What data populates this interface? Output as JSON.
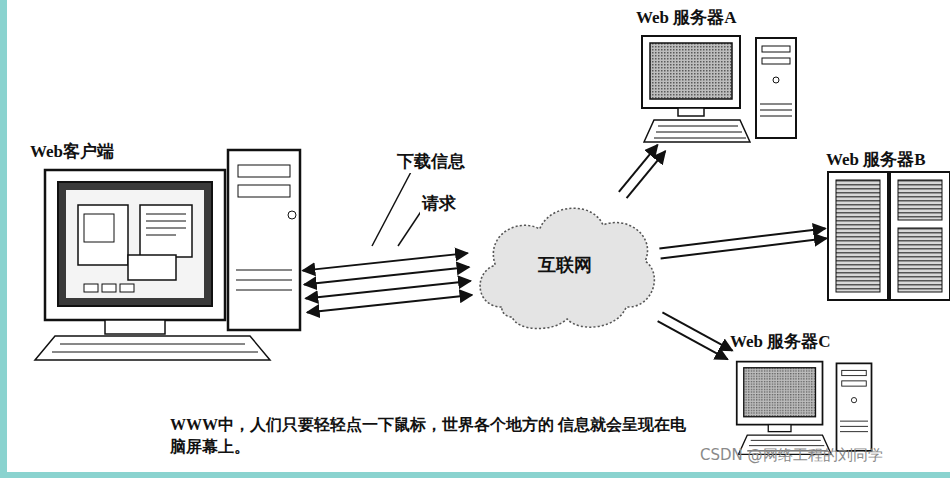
{
  "diagram": {
    "caption": "WWW中，人们只要轻轻点一下鼠标，世界各个地方的 信息就会呈现在电脑屏幕上。",
    "nodes": [
      {
        "text": [
          "Web客户端"
        ]
      },
      {
        "text": [
          "互联网"
        ]
      },
      {
        "text": [
          "Web 服务器A"
        ]
      },
      {
        "text": [
          "Web 服务器B"
        ]
      },
      {
        "text": [
          "Web 服务器C"
        ]
      }
    ],
    "edges": [
      {
        "from": 0,
        "to": 1,
        "arrow": "both"
      },
      {
        "from": 1,
        "to": 2,
        "arrow": "to"
      },
      {
        "from": 1,
        "to": 3,
        "arrow": "to"
      },
      {
        "from": 1,
        "to": 4,
        "arrow": "to"
      }
    ],
    "labels": [
      "下载信息",
      "请求",
      "CSDN @网络工程的刘同学"
    ]
  }
}
